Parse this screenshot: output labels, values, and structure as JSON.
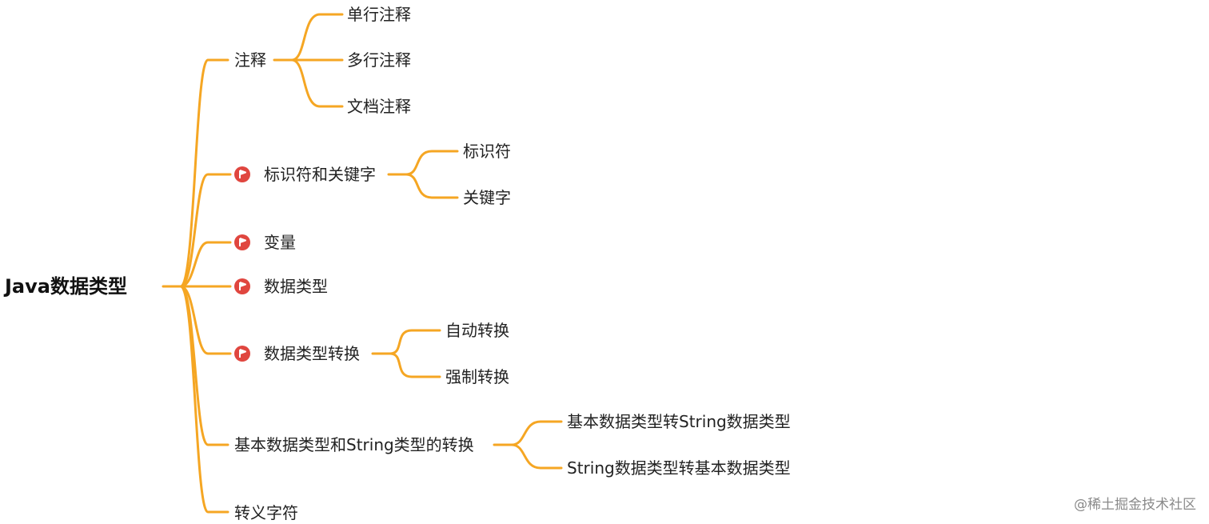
{
  "mindmap": {
    "root": "Java数据类型",
    "branches": [
      {
        "label": "注释",
        "flag": false,
        "children": [
          "单行注释",
          "多行注释",
          "文档注释"
        ]
      },
      {
        "label": "标识符和关键字",
        "flag": true,
        "children": [
          "标识符",
          "关键字"
        ]
      },
      {
        "label": "变量",
        "flag": true,
        "children": []
      },
      {
        "label": "数据类型",
        "flag": true,
        "children": []
      },
      {
        "label": "数据类型转换",
        "flag": true,
        "children": [
          "自动转换",
          "强制转换"
        ]
      },
      {
        "label": "基本数据类型和String类型的转换",
        "flag": false,
        "children": [
          "基本数据类型转String数据类型",
          "String数据类型转基本数据类型"
        ]
      },
      {
        "label": "转义字符",
        "flag": false,
        "children": []
      }
    ],
    "flag_icon": "red-flag-icon",
    "colors": {
      "edge": "#f5a623",
      "flag": "#e0463f"
    }
  },
  "watermark": "@稀土掘金技术社区"
}
